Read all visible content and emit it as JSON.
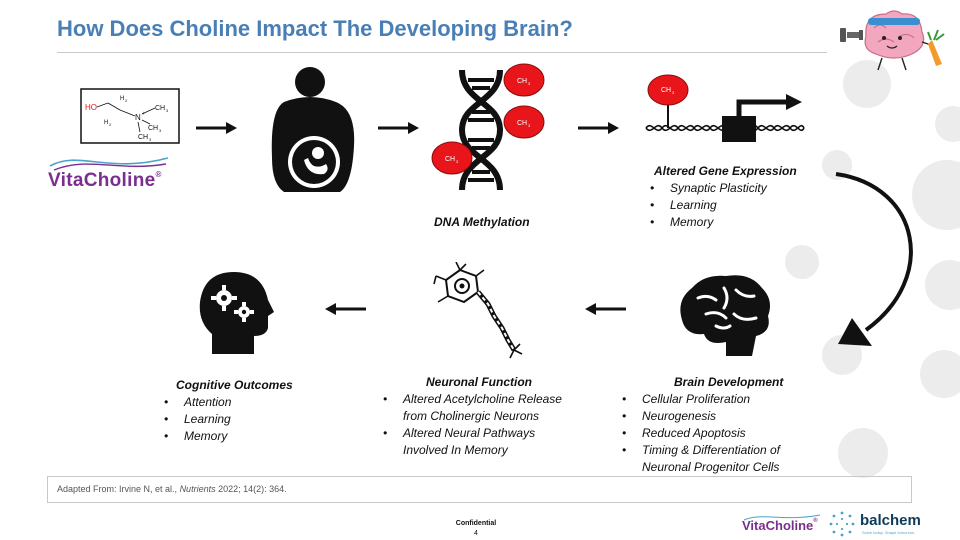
{
  "slide": {
    "title": "How Does Choline Impact The Developing Brain?"
  },
  "molecule": {
    "ho": "HO",
    "h2a": "H",
    "h2b": "H",
    "n": "N",
    "ch3a": "CH",
    "ch3b": "CH",
    "ch3c": "CH"
  },
  "brand": {
    "vitacholine": "VitaCholine",
    "vita_part": "Vita",
    "choline_part": "Choline",
    "reg": "®",
    "balchem": "balchem",
    "balchem_tagline": "Solve today. Shape tomorrow."
  },
  "methyl": {
    "label": "CH",
    "sub": "3"
  },
  "steps": {
    "dna_methylation": "DNA Methylation",
    "gene_expression": {
      "label": "Altered Gene Expression",
      "items": [
        "Synaptic Plasticity",
        "Learning",
        "Memory"
      ]
    },
    "brain_development": {
      "label": "Brain Development",
      "items": [
        "Cellular Proliferation",
        "Neurogenesis",
        "Reduced Apoptosis",
        "Timing & Differentiation of Neuronal Progenitor Cells"
      ]
    },
    "neuronal_function": {
      "label": "Neuronal Function",
      "items": [
        "Altered Acetylcholine Release from Cholinergic Neurons",
        "Altered Neural Pathways Involved In Memory"
      ]
    },
    "cognitive_outcomes": {
      "label": "Cognitive Outcomes",
      "items": [
        "Attention",
        "Learning",
        "Memory"
      ]
    }
  },
  "reference": {
    "prefix": "Adapted From: Irvine N, et al., ",
    "journal": "Nutrients",
    "suffix": " 2022; 14(2): 364."
  },
  "footer": {
    "confidential": "Confidential",
    "page": "4"
  },
  "colors": {
    "title": "#4a7fb5",
    "methyl_red": "#e8161a",
    "brand_purple": "#7a2f8e",
    "brand_blue": "#4aa3c9",
    "balchem_navy": "#0f3a5a",
    "deco_gray": "#ececec"
  }
}
